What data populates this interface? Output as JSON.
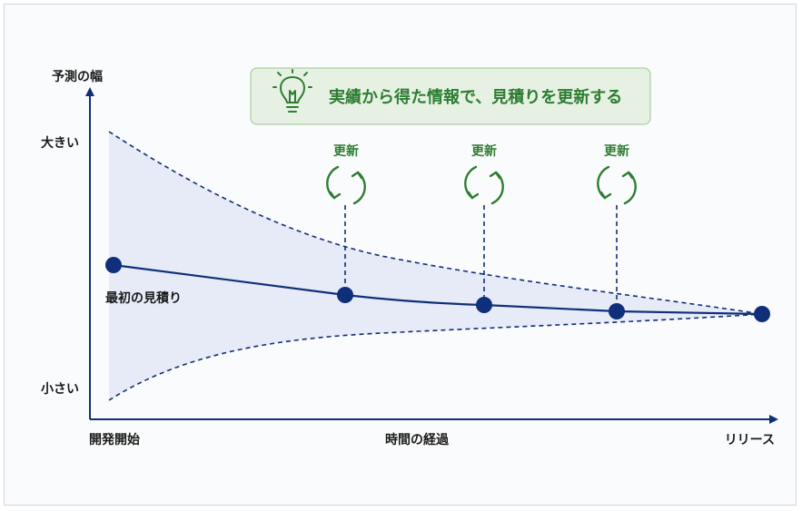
{
  "axis": {
    "y_title": "予測の幅",
    "y_high": "大きい",
    "y_low": "小さい",
    "x_start": "開発開始",
    "x_middle": "時間の経過",
    "x_end": "リリース"
  },
  "banner": {
    "icon": "lightbulb-icon",
    "text": "実績から得た情報で、見積りを更新する"
  },
  "updates": [
    {
      "label": "更新",
      "icon": "refresh-icon"
    },
    {
      "label": "更新",
      "icon": "refresh-icon"
    },
    {
      "label": "更新",
      "icon": "refresh-icon"
    }
  ],
  "estimate": {
    "first_label": "最初の見積り"
  },
  "colors": {
    "navy": "#0f2f7a",
    "band_fill": "#e6ebf7",
    "green": "#2e7d32",
    "banner_bg": "#e6f1e4",
    "banner_border": "#a9cfa4"
  }
}
